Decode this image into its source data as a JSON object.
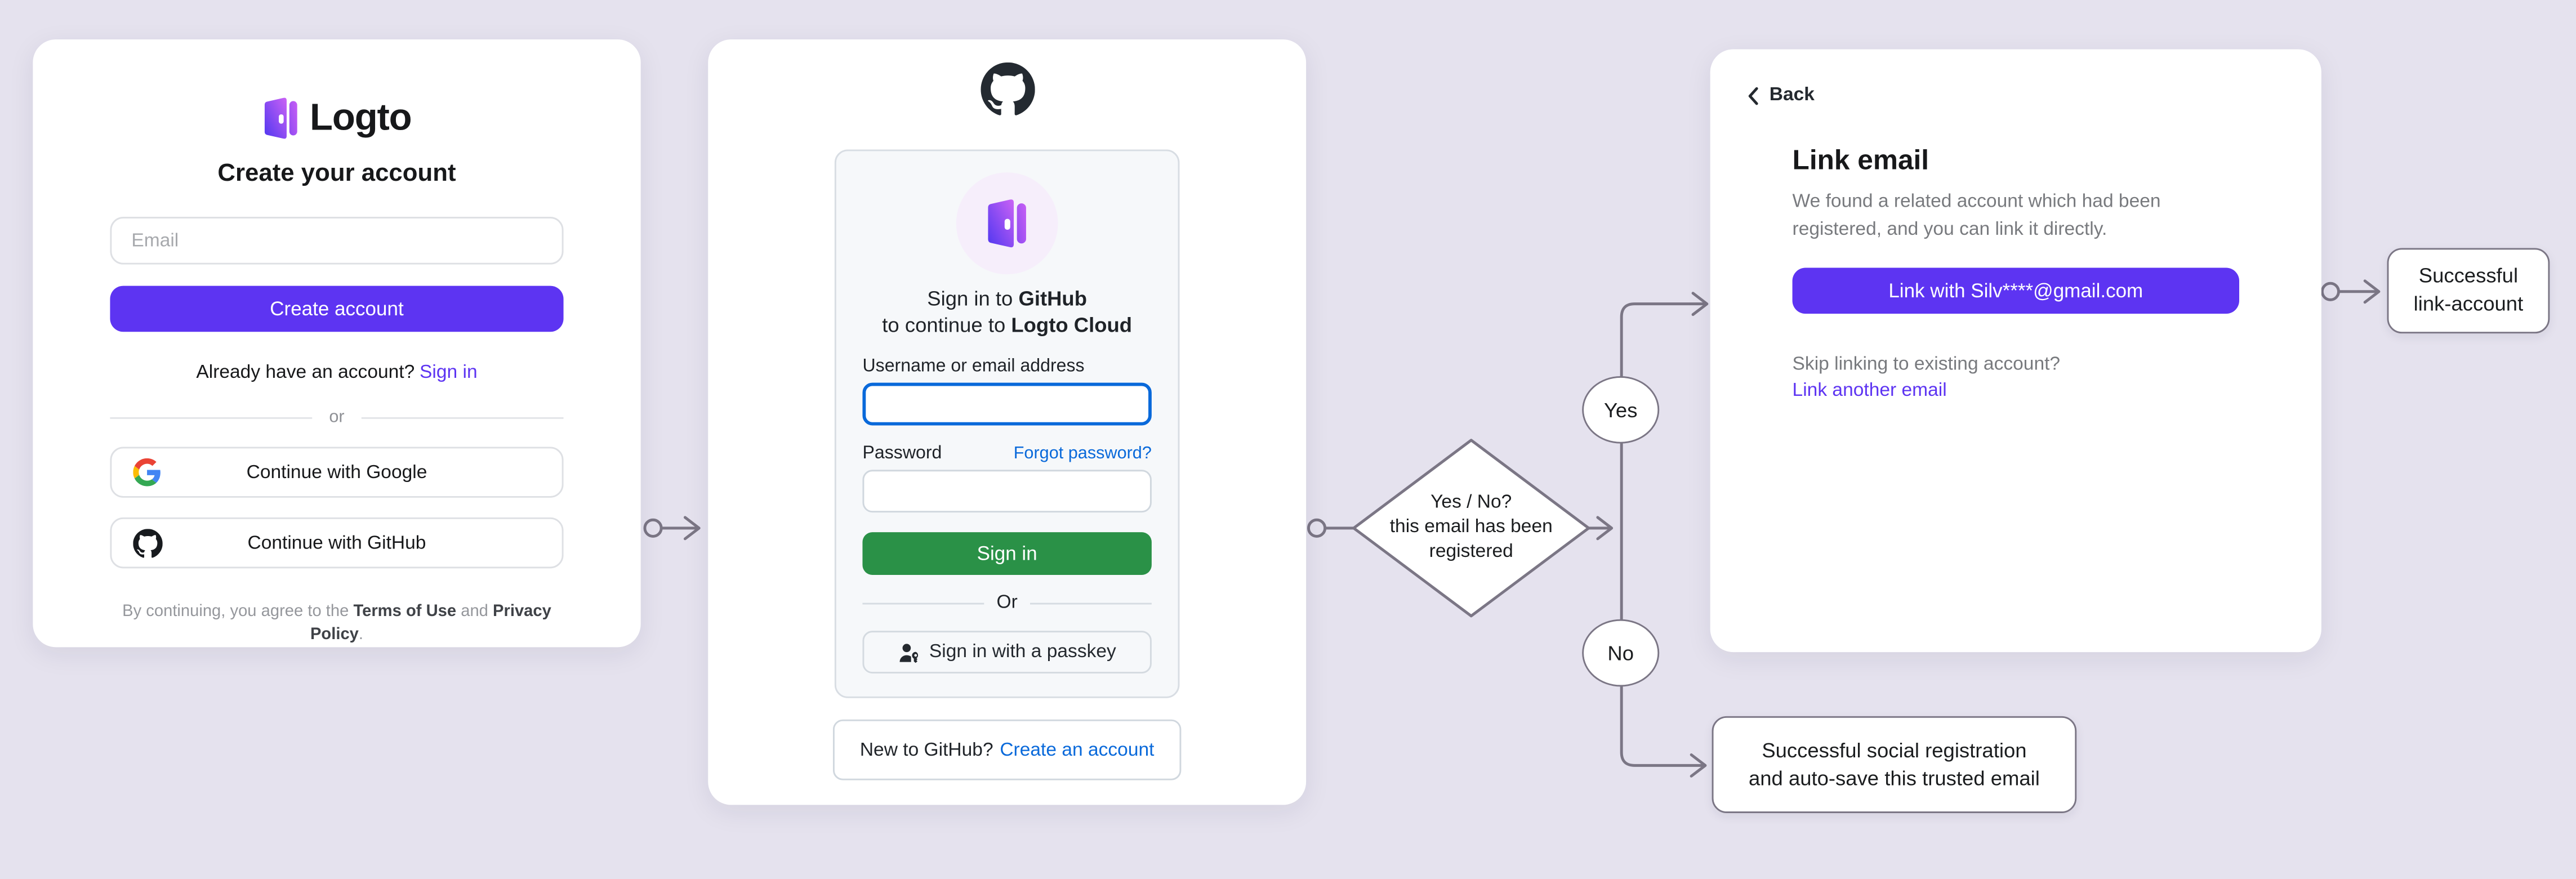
{
  "signup_card": {
    "brand": "Logto",
    "title": "Create your account",
    "email_placeholder": "Email",
    "create_button": "Create account",
    "signin_prompt": "Already have an account?",
    "signin_link": "Sign in",
    "divider": "or",
    "google_button": "Continue with Google",
    "github_button": "Continue with GitHub",
    "terms_prefix": "By continuing, you agree to the ",
    "terms_link": "Terms of Use",
    "terms_and": " and ",
    "privacy_link": "Privacy Policy",
    "terms_suffix": "."
  },
  "github_card": {
    "signin_title_prefix": "Sign in to ",
    "signin_title_bold": "GitHub",
    "continue_prefix": "to continue to ",
    "continue_bold": "Logto Cloud",
    "username_label": "Username or email address",
    "password_label": "Password",
    "forgot_link": "Forgot password?",
    "signin_button": "Sign in",
    "divider": "Or",
    "passkey_button": "Sign in with a passkey",
    "new_prompt": "New to GitHub?",
    "create_link": "Create an account"
  },
  "link_card": {
    "back": "Back",
    "title": "Link email",
    "description": "We found a related account which had been registered, and you can link it directly.",
    "link_button": "Link with Silv****@gmail.com",
    "skip_text": "Skip linking to existing account?",
    "link_another": "Link another email"
  },
  "flow": {
    "decision": "Yes / No?\nthis email has been\nregistered",
    "yes": "Yes",
    "no": "No",
    "outcome_link": "Successful\nlink-account",
    "outcome_social": "Successful social registration\nand auto-save this trusted email"
  },
  "colors": {
    "accent_purple": "#5d34f2",
    "github_green": "#2a9147",
    "github_blue": "#0969da",
    "connector_gray": "#7b7685",
    "page_bg": "#e5e2ee"
  }
}
